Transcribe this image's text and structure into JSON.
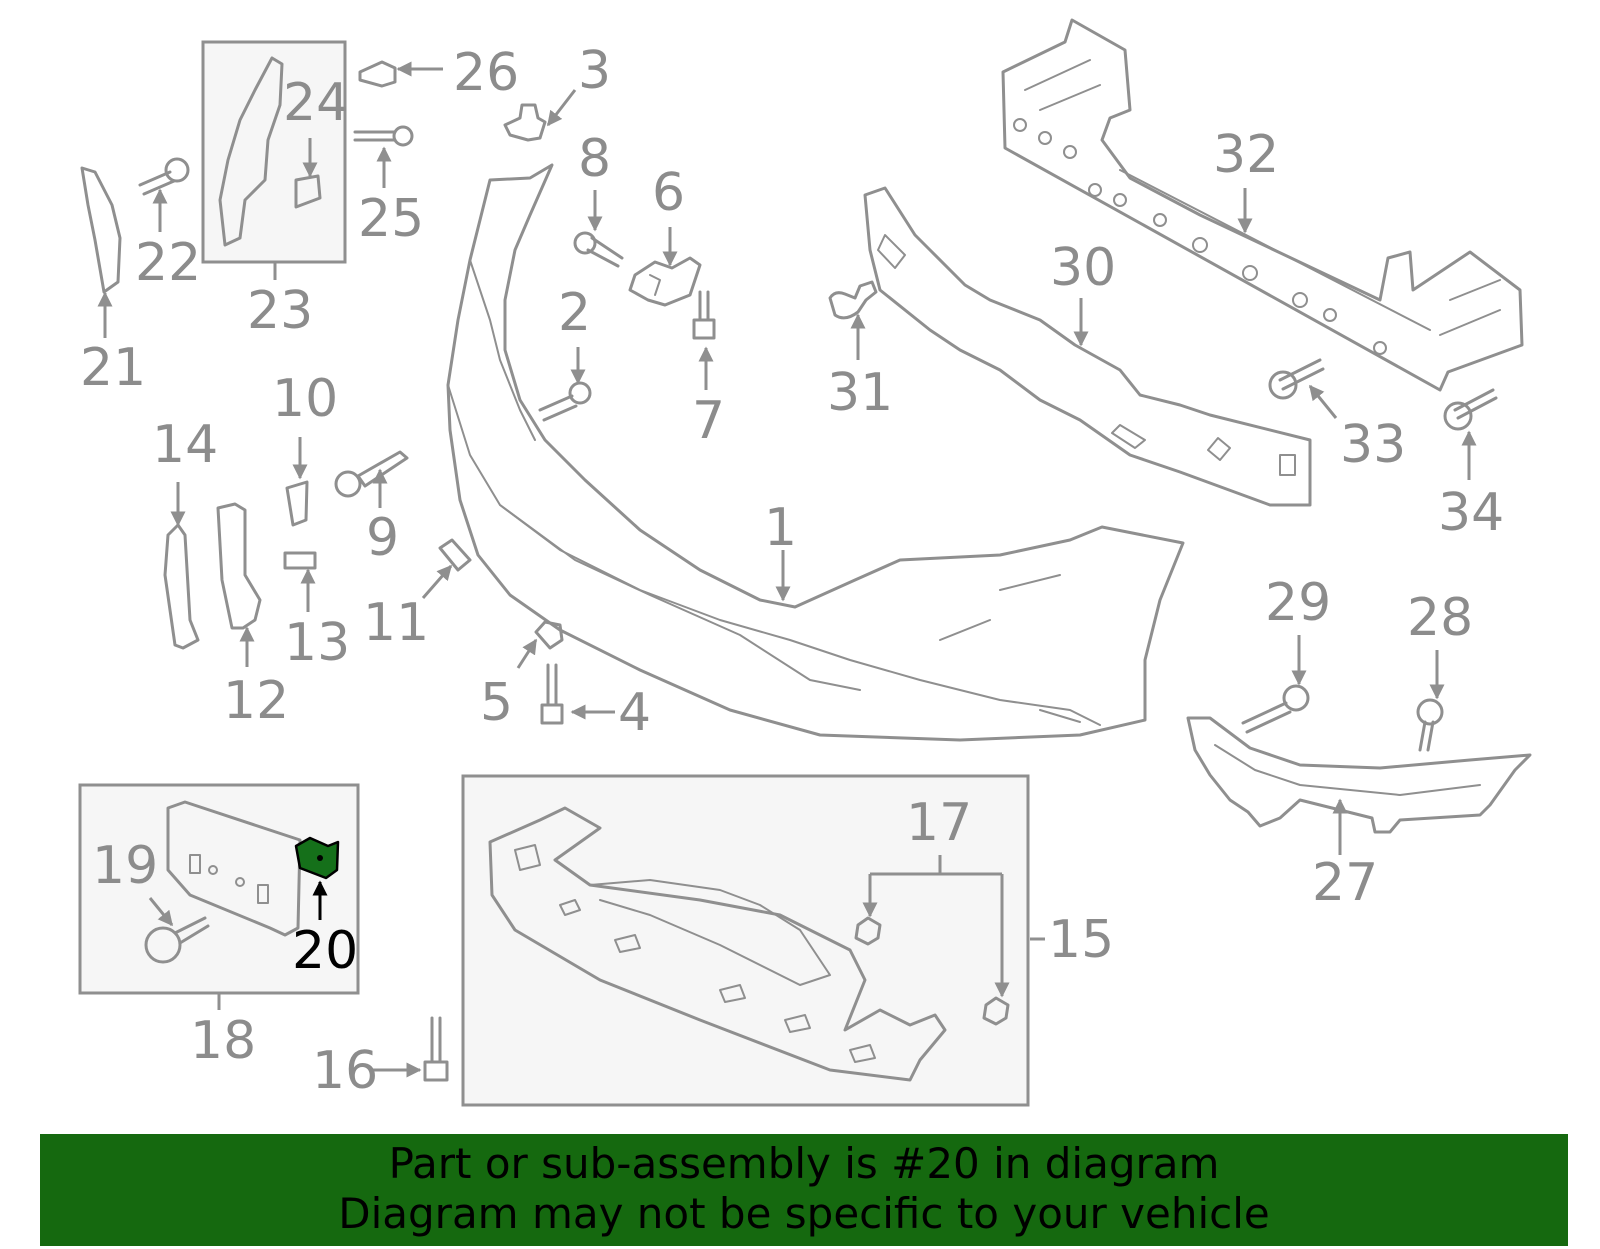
{
  "highlight_color": "#15690f",
  "callouts": {
    "c1": "1",
    "c2": "2",
    "c3": "3",
    "c4": "4",
    "c5": "5",
    "c6": "6",
    "c7": "7",
    "c8": "8",
    "c9": "9",
    "c10": "10",
    "c11": "11",
    "c12": "12",
    "c13": "13",
    "c14": "14",
    "c15": "15",
    "c16": "16",
    "c17": "17",
    "c18": "18",
    "c19": "19",
    "c20": "20",
    "c21": "21",
    "c22": "22",
    "c23": "23",
    "c24": "24",
    "c25": "25",
    "c26": "26",
    "c27": "27",
    "c28": "28",
    "c29": "29",
    "c30": "30",
    "c31": "31",
    "c32": "32",
    "c33": "33",
    "c34": "34"
  },
  "banner": {
    "line1": "Part or sub-assembly is #20 in diagram",
    "line2": "Diagram may not be specific to your vehicle"
  }
}
